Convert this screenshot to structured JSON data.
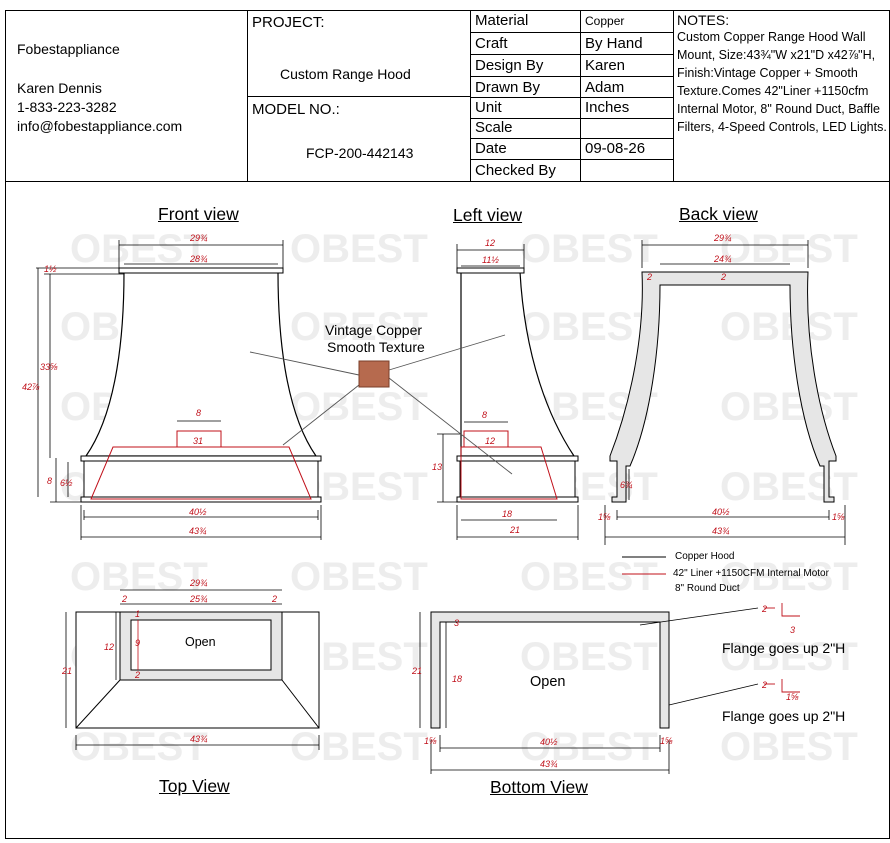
{
  "title_block": {
    "company": "Fobestappliance",
    "contact_name": "Karen Dennis",
    "phone": "1-833-223-3282",
    "email": "info@fobestappliance.com",
    "project_label": "PROJECT:",
    "project_value": "Custom Range Hood",
    "model_label": "MODEL NO.:",
    "model_value": "FCP-200-442143",
    "fields": [
      {
        "label": "Material",
        "value": "Copper"
      },
      {
        "label": "Craft",
        "value": "By Hand"
      },
      {
        "label": "Design By",
        "value": "Karen"
      },
      {
        "label": "Drawn By",
        "value": "Adam"
      },
      {
        "label": "Unit",
        "value": "Inches"
      },
      {
        "label": "Scale",
        "value": ""
      },
      {
        "label": "Date",
        "value": "09-08-26"
      },
      {
        "label": "Checked By",
        "value": ""
      }
    ],
    "notes_title": "NOTES:",
    "notes_text": "Custom Copper Range Hood Wall Mount, Size:43¾\"W x21\"D x42⅞\"H, Finish:Vintage Copper + Smooth Texture.Comes 42\"Liner +1150cfm Internal Motor, 8\" Round Duct, Baffle Filters, 4-Speed Controls, LED Lights."
  },
  "views": {
    "front": "Front view",
    "left": "Left view",
    "back": "Back view",
    "top": "Top View",
    "bottom": "Bottom View"
  },
  "material_callout": {
    "line1": "Vintage Copper",
    "line2": "Smooth Texture",
    "swatch_color": "#b66a4e"
  },
  "legend": {
    "black_line": "Copper Hood",
    "red_line_1": "42\" Liner +1150CFM Internal Motor",
    "red_line_2": "8\" Round Duct"
  },
  "labels": {
    "open_top": "Open",
    "open_bottom": "Open",
    "flange_1": "Flange goes up 2\"H",
    "flange_2": "Flange goes up 2\"H"
  },
  "watermark": "OBEST",
  "colors": {
    "dimension_red": "#c0101a",
    "hood_fill": "#e6e6e6",
    "watermark": "#ededed"
  },
  "dimensions": {
    "front": {
      "top_outer": "29¾",
      "top_inner": "28¾",
      "lip": "1½",
      "body": "33⅝",
      "overall": "42⅞",
      "band_total": "8",
      "band": "6½",
      "duct_width": "8",
      "liner_top": "31",
      "bottom_inner": "40½",
      "bottom_outer": "43¾"
    },
    "left": {
      "top_outer": "12",
      "top_inner": "11½",
      "duct": "8",
      "liner": "12",
      "liner_height": "13",
      "liner_bottom": "18",
      "bottom_outer": "21"
    },
    "back": {
      "top_outer": "29¾",
      "top_inner": "24¾",
      "top_wall": "2",
      "top_wall_center": "2",
      "band": "6¾",
      "left_wall": "1⅝",
      "right_wall": "1⅝",
      "bottom_inner": "40½",
      "bottom_outer": "43¾"
    },
    "top": {
      "top_outer": "29¾",
      "top_inner": "25¾",
      "left_wall": "2",
      "right_wall": "2",
      "opening_depth": "12",
      "opening_inner": "9",
      "front_wall": "2",
      "wall_top": "1",
      "depth": "21",
      "bottom_width": "43¾"
    },
    "bottom": {
      "wall": "3",
      "depth": "21",
      "inner_depth": "18",
      "left_wall": "1⅝",
      "right_wall": "1⅝",
      "inner_width": "40½",
      "outer_width": "43¾",
      "flange_a": "2",
      "flange_b": "3",
      "flange_c": "2",
      "flange_d": "1⅝"
    }
  }
}
